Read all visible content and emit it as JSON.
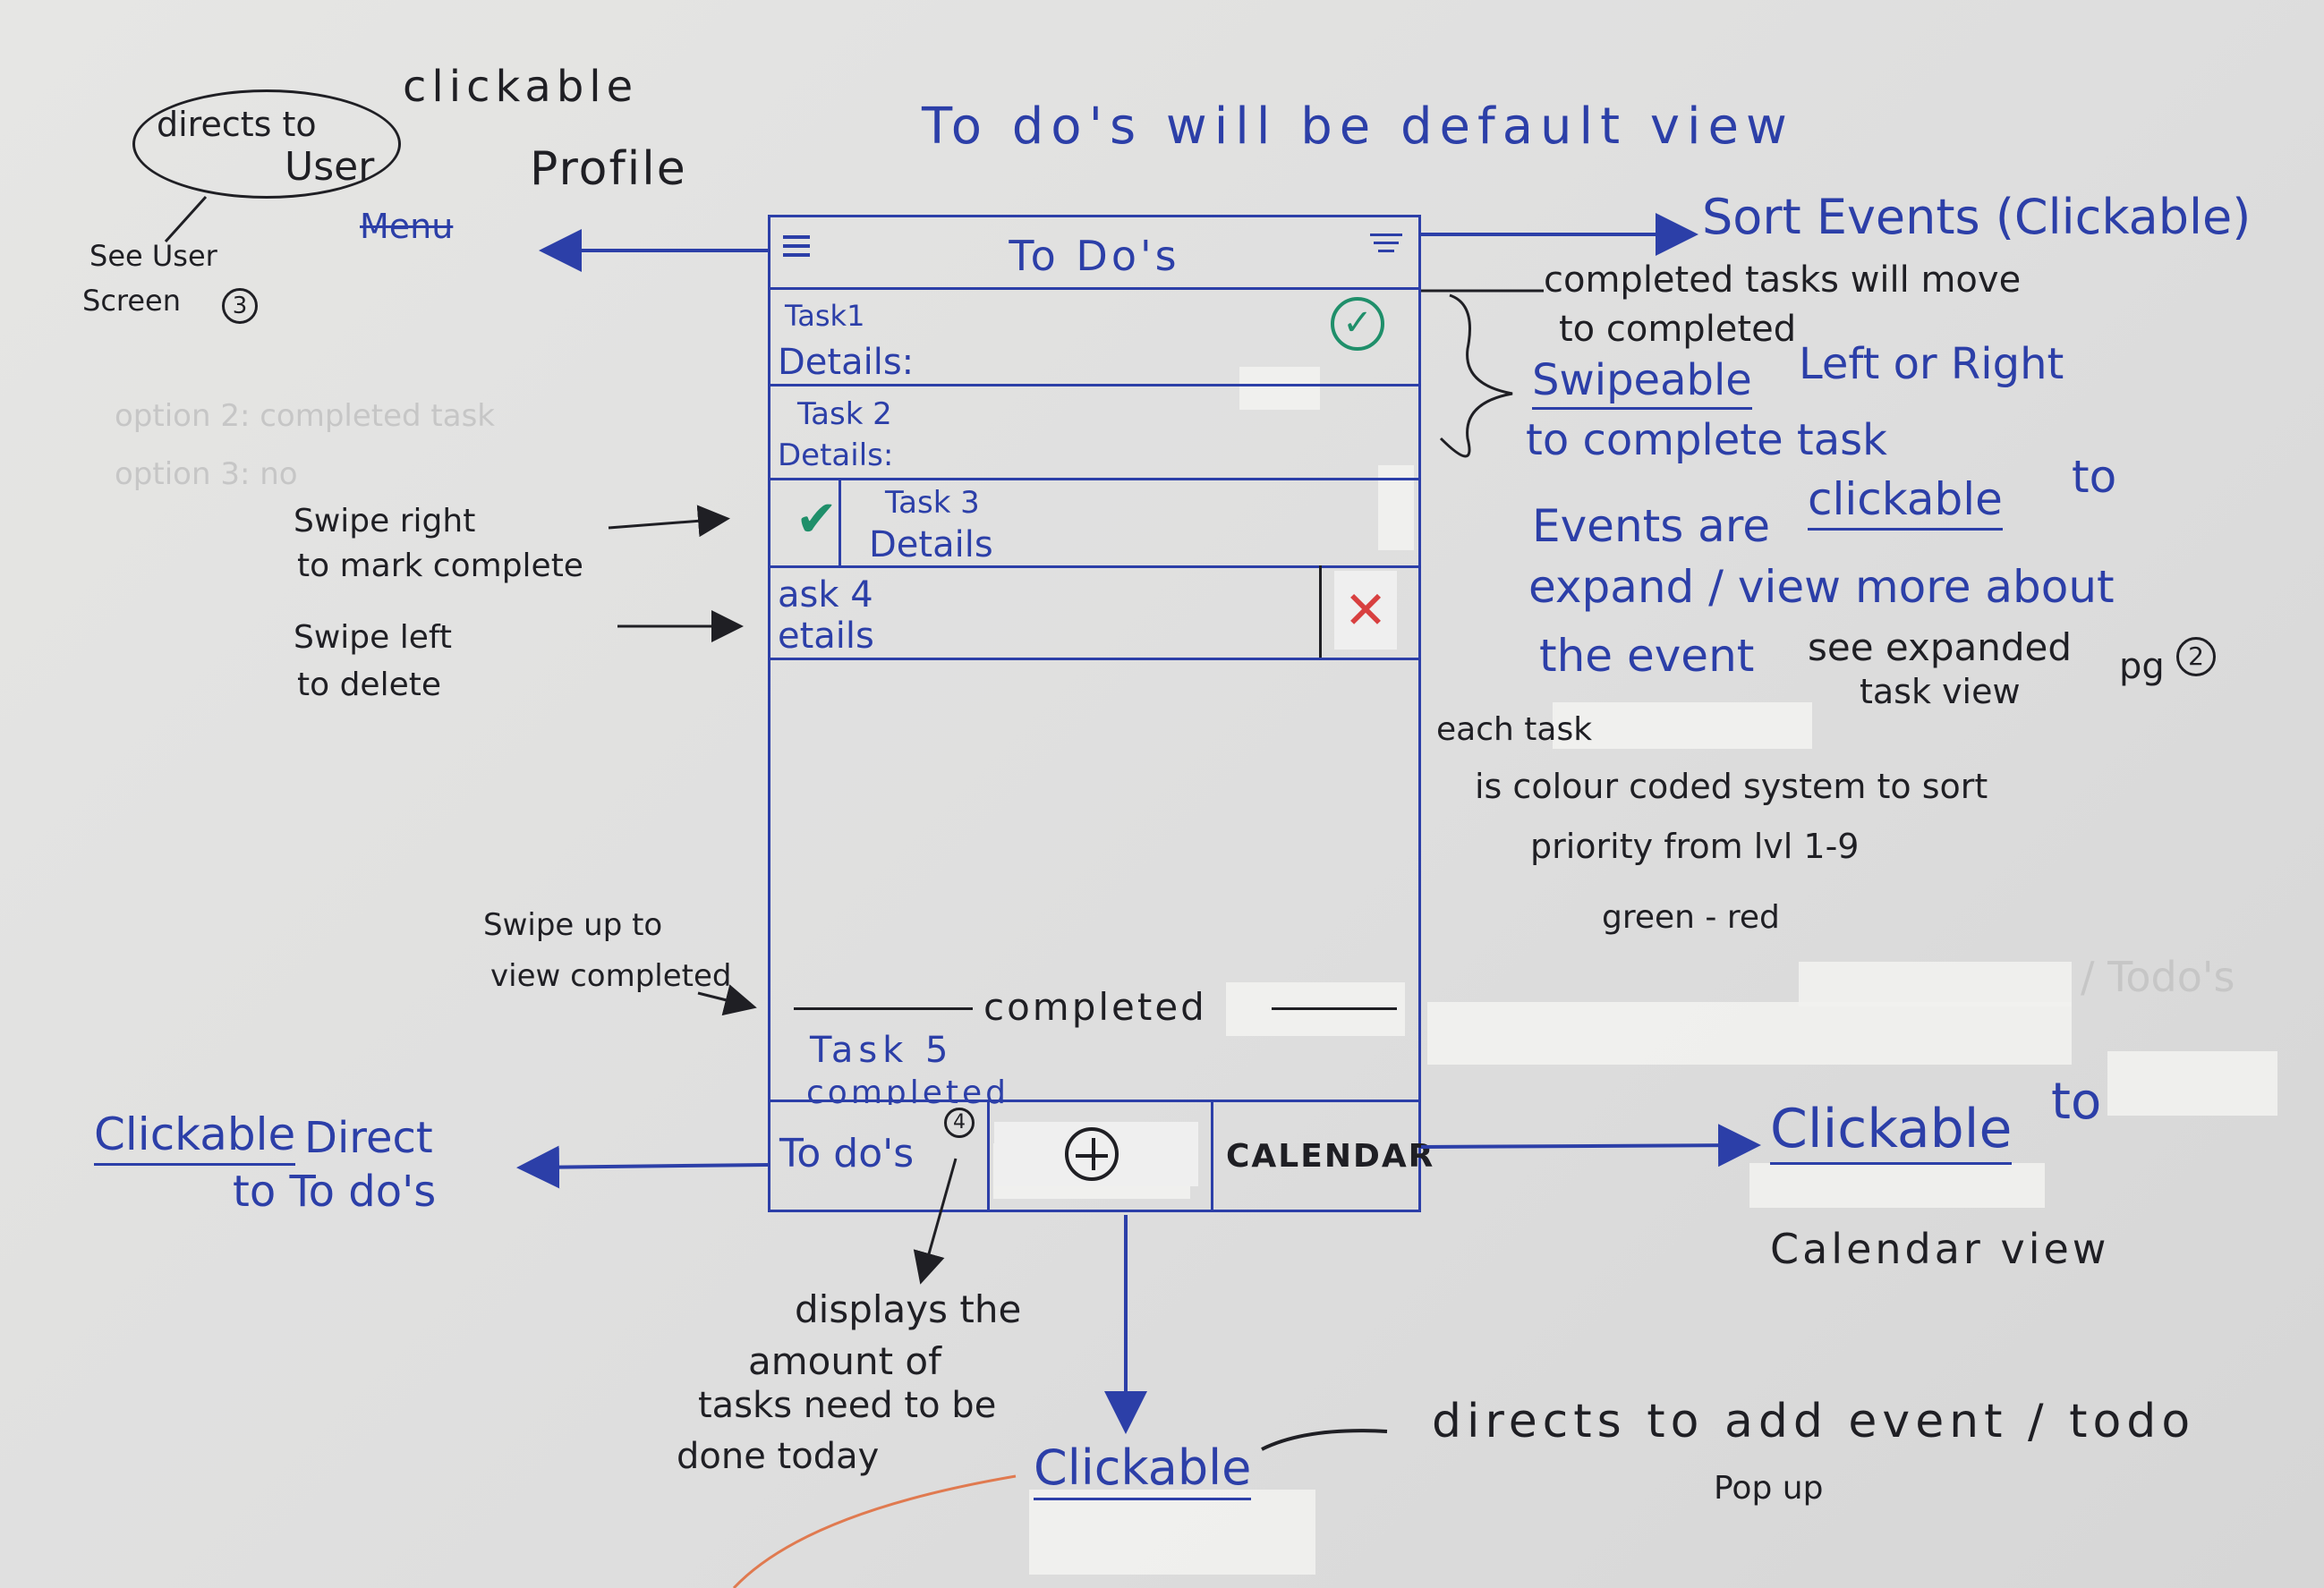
{
  "screen": {
    "title": "To Do's",
    "menu_icon": "hamburger-icon",
    "sort_icon": "sort-lines-icon",
    "tasks": [
      {
        "title": "Task1",
        "details": "Details:",
        "status_icon": "check-circle-icon",
        "status_color": "#1f8f6a"
      },
      {
        "title": "Task 2",
        "details": "Details:"
      },
      {
        "title": "Task 3",
        "details": "Details",
        "status_icon": "checkmark-icon",
        "status_color": "#1f8f6a"
      },
      {
        "title": "ask 4",
        "details": "etails",
        "action_icon": "x-delete-icon",
        "action_color": "#d84040"
      }
    ],
    "completed_header": "completed",
    "completed_tasks": [
      {
        "title": "Task 5",
        "details": "completed"
      }
    ],
    "bottom_nav": {
      "todos_label": "To do's",
      "todos_badge": "4",
      "add_icon": "plus-circle-icon",
      "calendar_label": "CALENDAR"
    }
  },
  "annotations": {
    "header_note": "To do's will be default view",
    "clickable_profile_1": "clickable",
    "clickable_profile_2": "Profile",
    "bubble_1": "directs to",
    "bubble_2": "User",
    "menu_strike": "Menu",
    "see_user_1": "See User",
    "see_user_2": "Screen",
    "see_user_num": "3",
    "sort_events": "Sort Events (Clickable)",
    "completed_move_1": "completed tasks will move",
    "completed_move_2": "to completed",
    "swipeable_1": "Swipeable",
    "swipeable_1b": "Left or Right",
    "swipeable_2": "to complete task",
    "events_1a": "Events are",
    "events_1b": "clickable",
    "events_1c": "to",
    "events_2": "expand / view more about",
    "events_3": "the event",
    "events_3b": "see expanded",
    "events_4": "task view",
    "events_pg": "pg",
    "events_pg_num": "2",
    "colour_1": "each task",
    "colour_2": "is colour coded system to sort",
    "colour_3": "priority from lvl 1-9",
    "colour_4": "green - red",
    "swipe_right_1": "Swipe right",
    "swipe_right_2": "to mark complete",
    "swipe_left_1": "Swipe left",
    "swipe_left_2": "to delete",
    "swipe_up_1": "Swipe up to",
    "swipe_up_2": "view completed",
    "clickable_direct_1a": "Clickable",
    "clickable_direct_1b": "Direct",
    "clickable_direct_2": "to To do's",
    "clickable_calendar_1a": "Clickable",
    "clickable_calendar_1b": "to",
    "clickable_calendar_2": "Calendar view",
    "badge_note_1": "displays the",
    "badge_note_2": "amount of",
    "badge_note_3": "tasks need to be",
    "badge_note_4": "done today",
    "add_clickable": "Clickable",
    "add_note_1": "directs to add event / todo",
    "add_note_2": "Pop up"
  },
  "ghost_text": [
    "option 2: completed task",
    "option 3: no",
    "/ Todo's"
  ],
  "colors": {
    "pen_blue": "#2c3fa8",
    "pen_black": "#1f1f24",
    "complete_green": "#1f8f6a",
    "delete_red": "#d84040",
    "margin_line": "#e07a50"
  }
}
